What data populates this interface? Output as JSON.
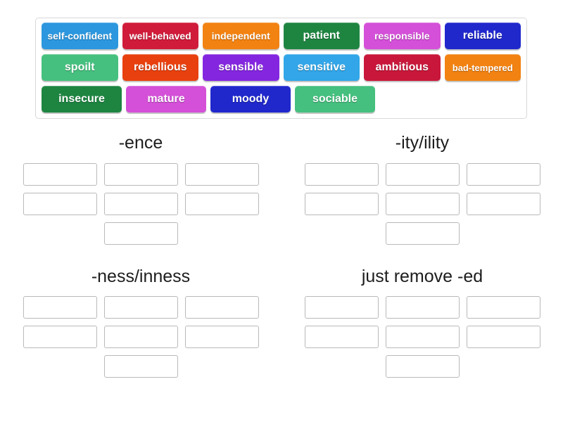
{
  "activity": {
    "type": "group-sort",
    "title_visible": false
  },
  "word_bank": {
    "name": "word-bank",
    "rows": [
      [
        {
          "label": "self-confident",
          "color": "#2c97de",
          "size": "wide"
        },
        {
          "label": "well-behaved",
          "color": "#d01c3a",
          "size": "wide"
        },
        {
          "label": "independent",
          "color": "#f28211",
          "size": "wide"
        },
        {
          "label": "patient",
          "color": "#1e8541",
          "size": "std"
        },
        {
          "label": "responsible",
          "color": "#d450d8",
          "size": "wide"
        },
        {
          "label": "reliable",
          "color": "#2028cc",
          "size": "std"
        }
      ],
      [
        {
          "label": "spoilt",
          "color": "#45c07e",
          "size": "std"
        },
        {
          "label": "rebellious",
          "color": "#e8400e",
          "size": "std"
        },
        {
          "label": "sensible",
          "color": "#8426e0",
          "size": "std"
        },
        {
          "label": "sensitive",
          "color": "#32a6e8",
          "size": "std"
        },
        {
          "label": "ambitious",
          "color": "#c8173a",
          "size": "std"
        },
        {
          "label": "bad-tempered",
          "color": "#f28211",
          "size": "small"
        }
      ],
      [
        {
          "label": "insecure",
          "color": "#1e8541",
          "size": "std"
        },
        {
          "label": "mature",
          "color": "#d450d8",
          "size": "std"
        },
        {
          "label": "moody",
          "color": "#2028cc",
          "size": "std"
        },
        {
          "label": "sociable",
          "color": "#45c07e",
          "size": "std"
        }
      ]
    ]
  },
  "groups": [
    {
      "title": "-ence",
      "slot_count": 7
    },
    {
      "title": "-ity/ility",
      "slot_count": 7
    },
    {
      "title": "-ness/inness",
      "slot_count": 7
    },
    {
      "title": "just remove -ed",
      "slot_count": 7
    }
  ],
  "colors": {
    "page_background": "#ffffff",
    "bank_border": "#d8d8d8",
    "slot_border": "#b9b9b9",
    "title_text": "#1d1d1d",
    "tile_text": "#ffffff"
  }
}
